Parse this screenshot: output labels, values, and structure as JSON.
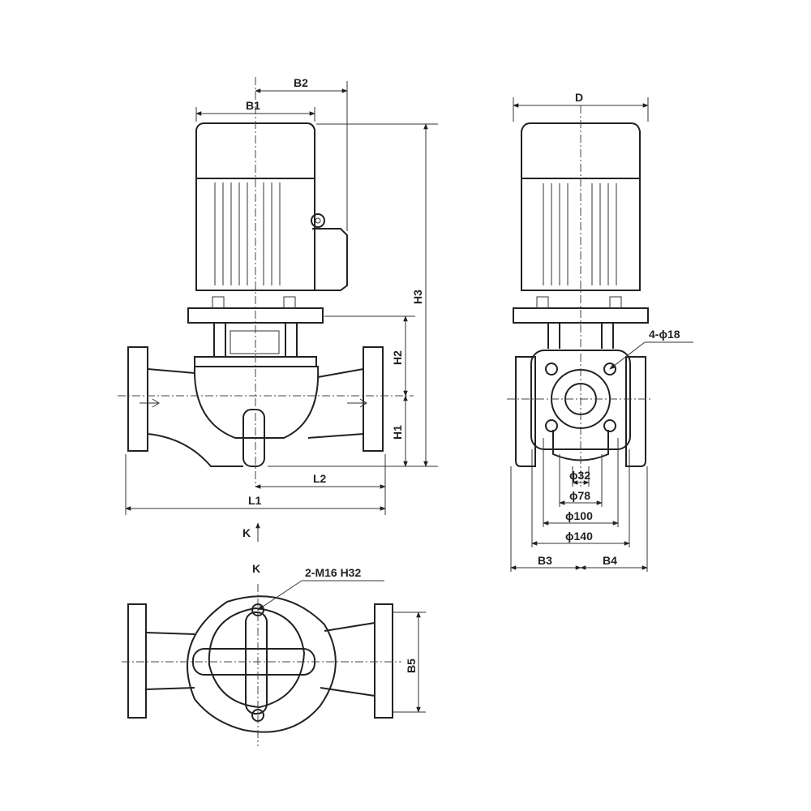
{
  "labels": {
    "b1": "B1",
    "b2": "B2",
    "h1": "H1",
    "h2": "H2",
    "h3": "H3",
    "l1": "L1",
    "l2": "L2",
    "d": "D",
    "b3": "B3",
    "b4": "B4",
    "b5": "B5",
    "k_arrow": "K",
    "k_top": "K",
    "bolt_holes": "4-ϕ18",
    "d32": "ϕ32",
    "d78": "ϕ78",
    "d100": "ϕ100",
    "d140": "ϕ140",
    "thread": "2-M16 H32"
  }
}
